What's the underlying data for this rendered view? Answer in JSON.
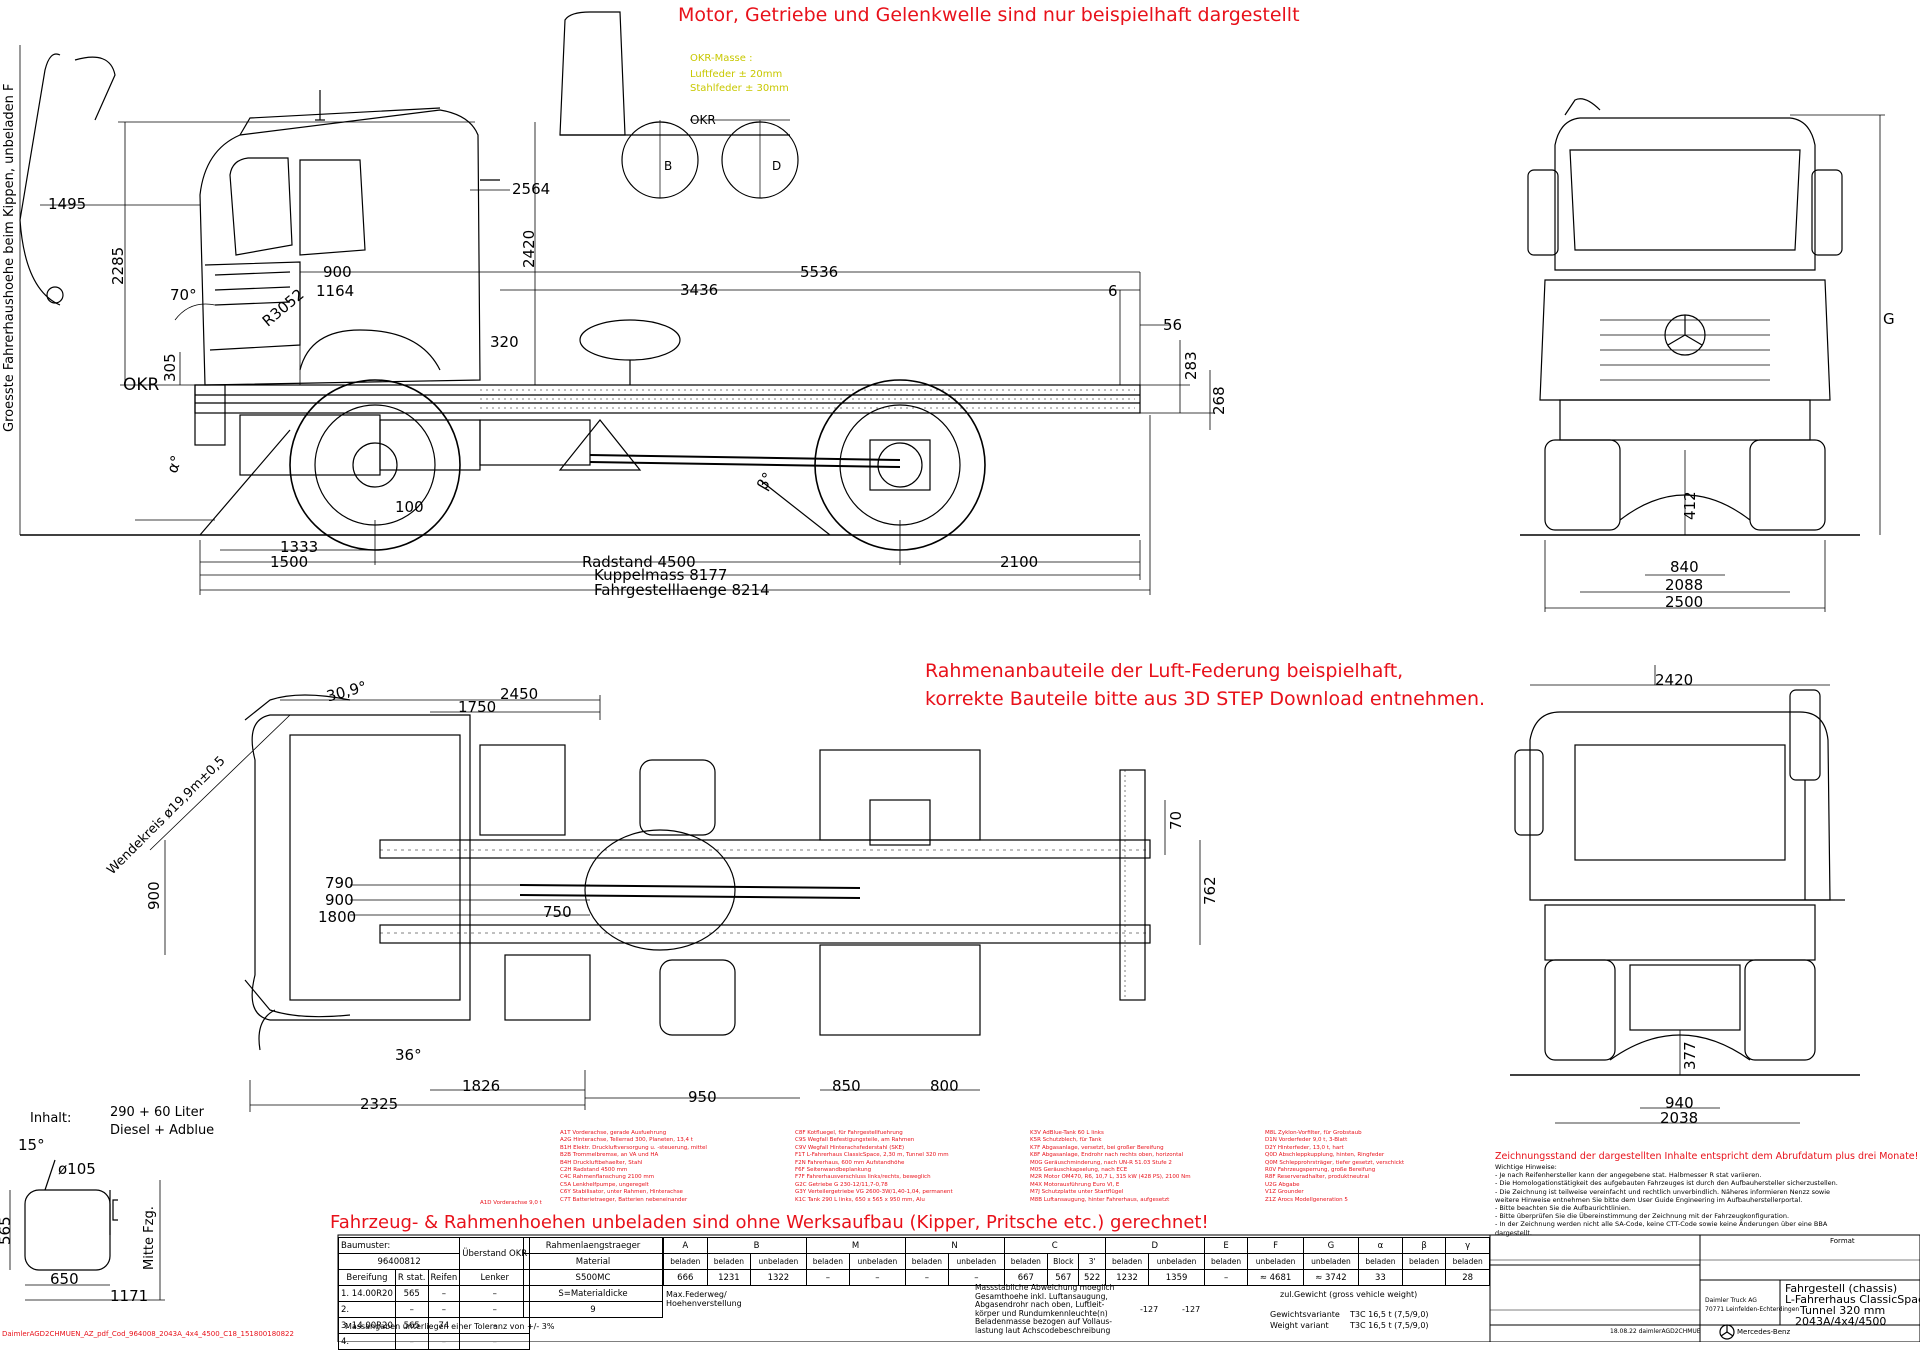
{
  "notes": {
    "top_red": "Motor, Getriebe und Gelenkwelle sind nur beispielhaft dargestellt",
    "okr_masse_title": "OKR-Masse :",
    "okr_luft": "Luftfeder  ± 20mm",
    "okr_stahl": "Stahlfeder ± 30mm",
    "mid_red_1": "Rahmenanbauteile der Luft-Federung beispielhaft,",
    "mid_red_2": "korrekte Bauteile bitte aus 3D STEP Download entnehmen.",
    "bottom_red": "Fahrzeug- & Rahmenhoehen unbeladen sind ohne Werksaufbau (Kipper, Pritsche etc.) gerechnet!",
    "zeichnungsstand": "Zeichnungsstand der dargestellten Inhalte entspricht dem Abrufdatum plus drei Monate!",
    "file_ref": "DaimlerAGD2CHMUEN_AZ_pdf_Cod_964008_2043A_4x4_4500_C18_151800180822"
  },
  "side_view": {
    "okr": "OKR",
    "okr_top": "OKR",
    "vert_label": "Groesste Fahrerhaushoehe beim Kippen, unbeladen F",
    "dims": {
      "d1495": "1495",
      "d2285": "2285",
      "d2420": "2420",
      "d2564": "2564",
      "d900": "900",
      "d1164": "1164",
      "r3052": "R3052",
      "a70": "70°",
      "d305": "305",
      "d320": "320",
      "d100": "100",
      "d3436": "3436",
      "d5536": "5536",
      "d6": "6",
      "d56": "56",
      "d283": "283",
      "d268": "268",
      "alpha": "α°",
      "beta": "β°",
      "d1333": "1333",
      "d1500": "1500",
      "radstand": "Radstand 4500",
      "kuppel": "Kuppelmass 8177",
      "fahrgestell": "Fahrgestelllaenge 8214",
      "d2100": "2100",
      "b_lbl": "B",
      "d_lbl": "D"
    }
  },
  "front_view": {
    "g": "G",
    "d412": "412",
    "d840": "840",
    "d2088": "2088",
    "d2500": "2500"
  },
  "plan_view": {
    "wendekreis": "Wendekreis ø19,9m±0,5",
    "dims": {
      "a309": "30,9°",
      "d1750": "1750",
      "d2450": "2450",
      "d900": "900",
      "d790": "790",
      "d900b": "900",
      "d1800": "1800",
      "d750": "750",
      "d70": "70",
      "d762": "762",
      "a36": "36°",
      "d1826": "1826",
      "d2325": "2325",
      "d950": "950",
      "d850": "850",
      "d800": "800"
    }
  },
  "rear_view": {
    "d2420": "2420",
    "d377": "377",
    "d940": "940",
    "d2038": "2038"
  },
  "tank": {
    "inhalt": "Inhalt:",
    "volume": "290 + 60 Liter",
    "fuel": "Diesel + Adblue",
    "a15": "15°",
    "d105": "ø105",
    "d565": "565",
    "d650": "650",
    "d1171": "1171",
    "mitte": "Mitte Fzg."
  },
  "legend_cols": [
    [
      "A1T Vorderachse, gerade Ausfuehrung",
      "A2G Hinterachse, Tellerrad 300, Planeten, 13,4 t",
      "B1H Elektr. Druckluftversorgung u. -steuerung, mittel",
      "B2B Trommelbremse, an VA und HA",
      "B4H Druckluftbehaelter, Stahl",
      "C2H Radstand 4500 mm",
      "C4C Rahmenflanschung 2100 mm",
      "C5A Lenkhelfpumpe, ungeregelt",
      "C6Y Stabilisator, unter Rahmen, Hinterachse",
      "C7T Batterietraeger, Batterien nebeneinander"
    ],
    [
      "C8F Kotfluegel, für Fahrgestellfuehrung",
      "C9S Wegfall Befestigungsteile, am Rahmen",
      "C9V Wegfall Hinterachsfederstahl (SKE)",
      "F1T L-Fahrerhaus ClassicSpace, 2,30 m, Tunnel 320 mm",
      "F2N Fahrerhaus, 600 mm Aufstandhöhe",
      "F6F Seitenwandbeplankung",
      "F7F Fahrerhausverschluss links/rechts, beweglich",
      "G2C Getriebe G 230-12/11,7-0,78",
      "G3Y Verteilergetriebe VG 2600-3W/1,40-1,04, permanent",
      "K1C Tank 290 L links, 650 x 565 x 950 mm, Alu"
    ],
    [
      "K3V AdBlue-Tank 60 L links",
      "K5R Schutzblech, für Tank",
      "K7F Abgasanlage, versetzt, bei großer Bereifung",
      "K8F Abgasanlage, Endrohr nach rechts oben, horizontal",
      "M0G Geräuschminderung, nach UN-R 51.03 Stufe 2",
      "M0S Geräuschkapselung, nach ECE",
      "M2R Motor OM470, R6, 10,7 L, 315 kW (428 PS), 2100 Nm",
      "M4X Motorausführung Euro VI, E",
      "M7J Schutzplatte unter Startflügel",
      "M8B Luftansaugung, hinter Fahrerhaus, aufgesetzt"
    ],
    [
      "M8L Zyklon-Vorfilter, für Grobstaub",
      "D1N Vorderfeder 9,0 t, 3-Blatt",
      "D2Y Hinterfeder, 13,0 t, hart",
      "Q0D Abschleppkupplung, hinten, Ringfeder",
      "Q0M Schlepprohrsträger, tiefer gesetzt, verschickt",
      "R0V Fahrzeugsperrung, große Bereifung",
      "R8F Reserveradhalter, produktneutral",
      "U2G Abgabe",
      "V1Z Grounder",
      "Z1Z Arocs Modellgeneration 5"
    ]
  ],
  "legend_a1d": "A1D Vorderachse 9,0 t",
  "zeichnung_notes": [
    "Wichtige Hinweise:",
    "- Je nach Reifenhersteller kann der angegebene stat. Halbmesser R stat variieren.",
    "- Die Homologationstätigkeit des aufgebauten Fahrzeuges ist durch den Aufbauhersteller sicherzustellen.",
    "- Die Zeichnung ist teilweise vereinfacht und rechtlich unverbindlich. Näheres informieren Nenzz sowie",
    "  weitere Hinweise entnehmen Sie bitte dem User Guide Engineering im Aufbauherstellerportal.",
    "- Bitte beachten Sie die Aufbaurichtlinien.",
    "- Bitte überprüfen Sie die Übereinstimmung der Zeichnung mit der Fahrzeugkonfiguration.",
    "- In der Zeichnung werden nicht alle SA-Code, keine CTT-Code sowie keine Änderungen über eine BBA",
    "  dargestellt."
  ],
  "table": {
    "baumuster_lbl": "Baumuster:",
    "baumuster": "96400812",
    "ueberstand": "Überstand OKR",
    "rahmen": "Rahmenlaengstraeger",
    "material": "Material",
    "material_val": "S500MC",
    "materialdicke": "S=Materialdicke",
    "materialdicke_val": "9",
    "bereifung": "Bereifung",
    "rstat": "R stat.",
    "reifen": "Reifen",
    "lenker": "Lenker",
    "rows": [
      {
        "n": "1. 14.00R20",
        "r": "565",
        "a": "–",
        "b": "–"
      },
      {
        "n": "2.",
        "r": "–",
        "a": "–",
        "b": "–"
      },
      {
        "n": "3. 14.00R20",
        "r": "565",
        "a": "74",
        "b": "–"
      },
      {
        "n": "4.",
        "r": "–",
        "a": "–",
        "b": "–"
      }
    ],
    "cols": [
      "A",
      "B",
      "M",
      "N",
      "C",
      "D",
      "E",
      "F",
      "G",
      "α",
      "β",
      "γ"
    ],
    "sub": [
      "beladen",
      "beladen",
      "unbeladen",
      "beladen",
      "unbeladen",
      "beladen",
      "unbeladen",
      "beladen",
      "Block",
      "3'",
      "beladen",
      "unbeladen",
      "beladen",
      "unbeladen",
      "unbeladen",
      "beladen",
      "beladen",
      "beladen"
    ],
    "vals": [
      "666",
      "1231",
      "1322",
      "–",
      "–",
      "–",
      "–",
      "667",
      "567",
      "522",
      "1232",
      "1359",
      "–",
      "≈ 4681",
      "≈ 3742",
      "33",
      "",
      "28"
    ],
    "mox": "Max.Federweg/ Hoehenverstellung",
    "massangaben": "Massangaben unterliegen einer Toleranz von +/- 3%",
    "notes_mid": [
      "Massstabliche Abweichung moeglich",
      "Gesamthoehe inkl. Luftansaugung,",
      "Abgasendrohr nach oben, Luftleit-",
      "körper und Rundumkennleuchte(n)",
      "Beladenmasse bezogen auf Vollaus-",
      "lastung laut Achscodebeschreibung"
    ],
    "e127": "-127",
    "e127b": "-127",
    "zulgew": "zul.Gewicht (gross vehicle weight)",
    "gewichtsvariante": "Gewichtsvariante",
    "gv_val": "T3C  16,5 t (7,5/9,0)",
    "weight_variant": "Weight variant",
    "wv_val": "T3C  16,5 t (7,5/9,0)"
  },
  "title_block": {
    "t1": "Fahrgestell (chassis)",
    "t2": "L-Fahrerhaus ClassicSpace",
    "t3": "Tunnel 320 mm",
    "t4": "2043A/4x4/4500",
    "company": "Daimler Truck AG",
    "addr": "70771 Leinfelden-Echterdingen",
    "brand": "Mercedes-Benz",
    "date": "18.08.22 daimlerAGD2CHMUE",
    "format": "Format"
  }
}
